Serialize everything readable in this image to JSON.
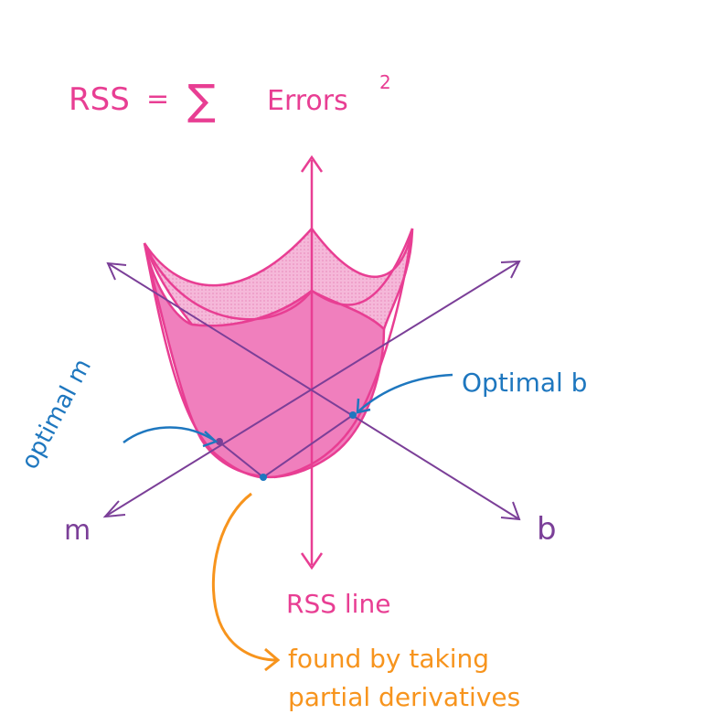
{
  "title": {
    "lhs": "RSS",
    "equals": "=",
    "sum": "∑",
    "rhs": "Errors",
    "power": "2"
  },
  "axes": {
    "m_label": "m",
    "b_label": "b",
    "rss_line_label": "RSS line"
  },
  "annotations": {
    "optimal_m": "optimal m",
    "optimal_b": "Optimal b",
    "derivatives_line1": "found by taking",
    "derivatives_line2": "partial derivatives"
  },
  "colors": {
    "pink": "#e83e93",
    "pink_fill": "#f07fbd",
    "pink_light": "#f5b8d9",
    "purple": "#7b3f98",
    "blue": "#1e77bf",
    "orange": "#f7941d"
  }
}
